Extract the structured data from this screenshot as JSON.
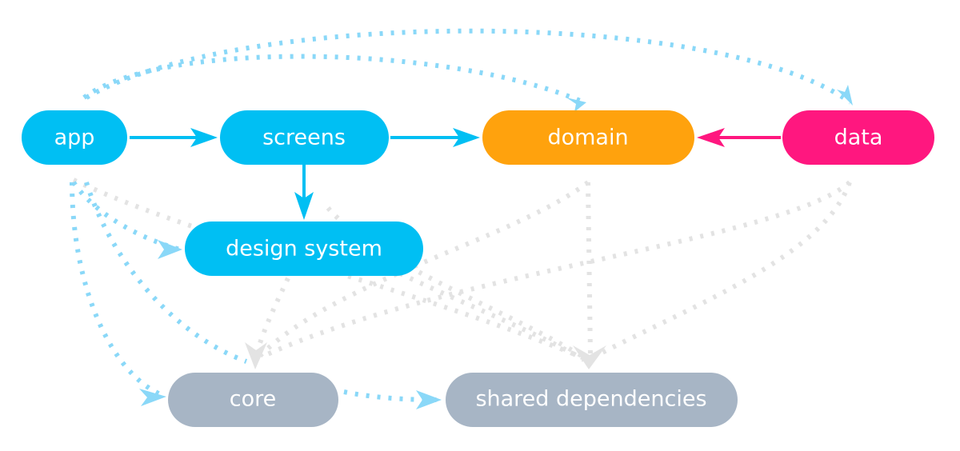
{
  "nodes": {
    "app": {
      "label": "app",
      "color": "#00bff3"
    },
    "screens": {
      "label": "screens",
      "color": "#00bff3"
    },
    "domain": {
      "label": "domain",
      "color": "#ffa20d"
    },
    "data": {
      "label": "data",
      "color": "#ff177f"
    },
    "design_system": {
      "label": "design system",
      "color": "#00bff3"
    },
    "core": {
      "label": "core",
      "color": "#a7b5c5"
    },
    "shared_dependencies": {
      "label": "shared dependencies",
      "color": "#a7b5c5"
    }
  },
  "colors": {
    "solid_blue": "#00bff3",
    "solid_pink": "#ff177f",
    "dotted_blue": "#8ad8f8",
    "dotted_gray": "#e3e3e3"
  },
  "edges": [
    {
      "from": "app",
      "to": "screens",
      "style": "solid",
      "color": "solid_blue"
    },
    {
      "from": "screens",
      "to": "domain",
      "style": "solid",
      "color": "solid_blue"
    },
    {
      "from": "data",
      "to": "domain",
      "style": "solid",
      "color": "solid_pink"
    },
    {
      "from": "screens",
      "to": "design_system",
      "style": "solid",
      "color": "solid_blue"
    },
    {
      "from": "app",
      "to": "domain",
      "style": "dotted",
      "color": "dotted_blue"
    },
    {
      "from": "app",
      "to": "data",
      "style": "dotted",
      "color": "dotted_blue"
    },
    {
      "from": "app",
      "to": "design_system",
      "style": "dotted",
      "color": "dotted_blue"
    },
    {
      "from": "app",
      "to": "core",
      "style": "dotted",
      "color": "dotted_blue"
    },
    {
      "from": "core",
      "to": "shared_dependencies",
      "style": "dotted",
      "color": "dotted_blue"
    },
    {
      "from": "app",
      "to": "shared_dependencies",
      "style": "dotted",
      "color": "dotted_gray"
    },
    {
      "from": "screens",
      "to": "shared_dependencies",
      "style": "dotted",
      "color": "dotted_gray"
    },
    {
      "from": "design_system",
      "to": "core",
      "style": "dotted",
      "color": "dotted_gray"
    },
    {
      "from": "design_system",
      "to": "shared_dependencies",
      "style": "dotted",
      "color": "dotted_gray"
    },
    {
      "from": "domain",
      "to": "core",
      "style": "dotted",
      "color": "dotted_gray"
    },
    {
      "from": "domain",
      "to": "shared_dependencies",
      "style": "dotted",
      "color": "dotted_gray"
    },
    {
      "from": "data",
      "to": "core",
      "style": "dotted",
      "color": "dotted_gray"
    },
    {
      "from": "data",
      "to": "shared_dependencies",
      "style": "dotted",
      "color": "dotted_gray"
    }
  ]
}
